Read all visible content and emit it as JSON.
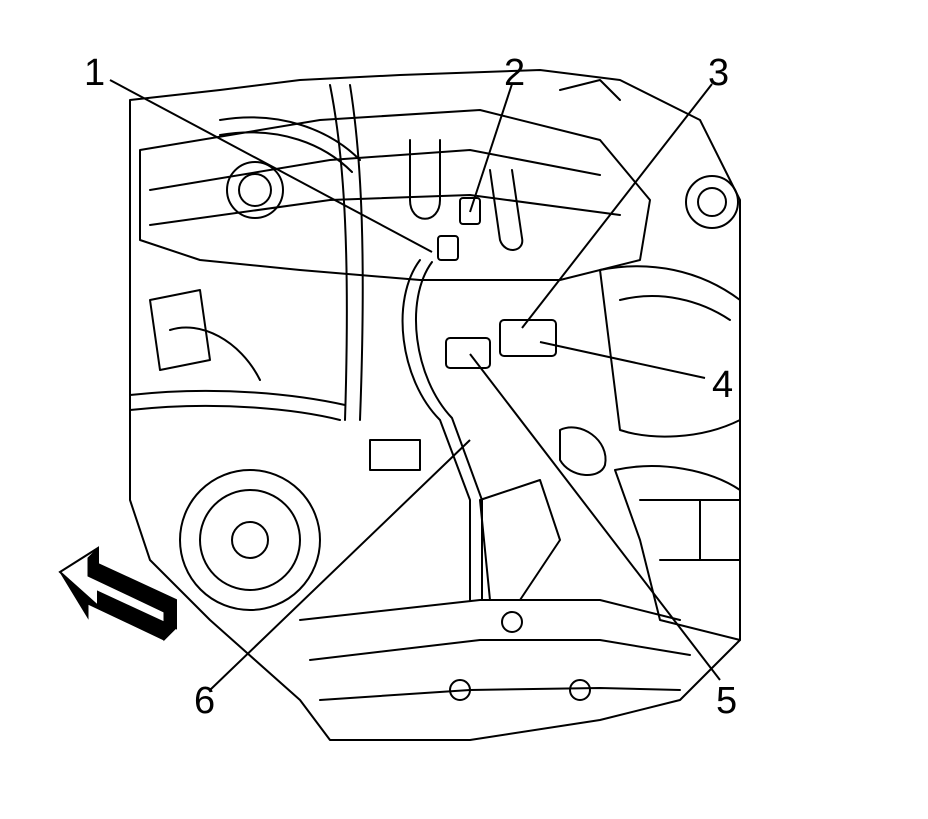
{
  "diagram": {
    "callouts": [
      {
        "id": "1",
        "label": "1"
      },
      {
        "id": "2",
        "label": "2"
      },
      {
        "id": "3",
        "label": "3"
      },
      {
        "id": "4",
        "label": "4"
      },
      {
        "id": "5",
        "label": "5"
      },
      {
        "id": "6",
        "label": "6"
      }
    ],
    "colors": {
      "line": "#000000",
      "background": "#ffffff",
      "arrow_fill": "#000000"
    },
    "icons": [
      "front-direction-arrow-icon",
      "engine-illustration"
    ]
  }
}
